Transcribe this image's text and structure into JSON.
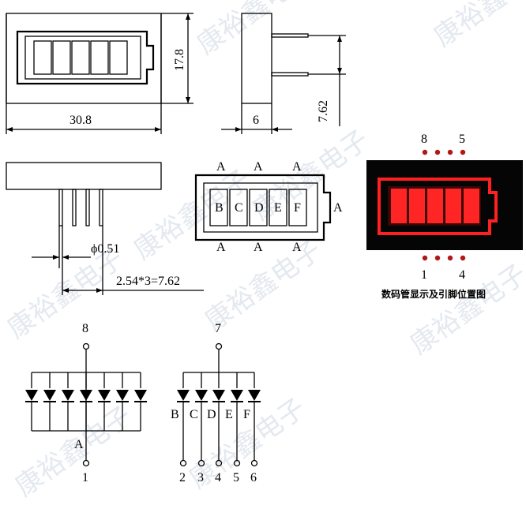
{
  "dimensions": {
    "width_label": "30.8",
    "height_label": "17.8",
    "depth_label": "6",
    "pin_length_label": "7.62",
    "pin_diameter_label": "ϕ0.51",
    "pin_pitch_label": "2.54*3=7.62"
  },
  "segments": {
    "labels": [
      "B",
      "C",
      "D",
      "E",
      "F"
    ],
    "anode_label": "A"
  },
  "photo": {
    "top_pins": [
      "8",
      "5"
    ],
    "bottom_pins": [
      "1",
      "4"
    ],
    "caption": "数码管显示及引脚位置图",
    "led_color": "#ff2020"
  },
  "circuit_left": {
    "top_pin": "8",
    "bottom_pin": "1",
    "node_label": "A"
  },
  "circuit_right": {
    "top_pin": "7",
    "segment_labels": [
      "B",
      "C",
      "D",
      "E",
      "F"
    ],
    "bottom_pins": [
      "2",
      "3",
      "4",
      "5",
      "6"
    ]
  },
  "watermark": "康裕鑫电子"
}
